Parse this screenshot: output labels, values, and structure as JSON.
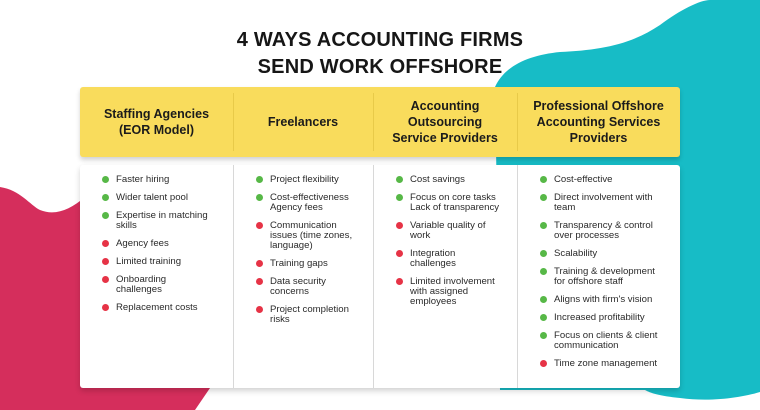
{
  "title": {
    "line1": "4 WAYS ACCOUNTING FIRMS",
    "line2": "SEND WORK OFFSHORE"
  },
  "colors": {
    "header_yellow": "#f9dc5c",
    "teal_blob": "#17bcc6",
    "crimson_blob": "#d52e5c",
    "pro_dot": "#57b847",
    "con_dot": "#e63346"
  },
  "legend_semantics": {
    "green_dot": "advantage",
    "red_dot": "disadvantage"
  },
  "columns": [
    {
      "header": "Staffing Agencies\n(EOR Model)",
      "items": [
        {
          "text": "Faster hiring",
          "type": "pro"
        },
        {
          "text": "Wider talent pool",
          "type": "pro"
        },
        {
          "text": "Expertise in matching\nskills",
          "type": "pro"
        },
        {
          "text": "Agency fees",
          "type": "con"
        },
        {
          "text": "Limited training",
          "type": "con"
        },
        {
          "text": "Onboarding\nchallenges",
          "type": "con"
        },
        {
          "text": "Replacement costs",
          "type": "con"
        }
      ]
    },
    {
      "header": "Freelancers",
      "items": [
        {
          "text": "Project flexibility",
          "type": "pro"
        },
        {
          "text": "Cost-effectiveness\nAgency fees",
          "type": "pro"
        },
        {
          "text": "Communication\nissues (time zones,\nlanguage)",
          "type": "con"
        },
        {
          "text": "Training gaps",
          "type": "con"
        },
        {
          "text": "Data security\nconcerns",
          "type": "con"
        },
        {
          "text": "Project completion\nrisks",
          "type": "con"
        }
      ]
    },
    {
      "header": "Accounting\nOutsourcing\nService Providers",
      "items": [
        {
          "text": "Cost savings",
          "type": "pro"
        },
        {
          "text": "Focus on core tasks\nLack of transparency",
          "type": "pro"
        },
        {
          "text": "Variable quality of\nwork",
          "type": "con"
        },
        {
          "text": "Integration\nchallenges",
          "type": "con"
        },
        {
          "text": "Limited involvement\nwith assigned\nemployees",
          "type": "con"
        }
      ]
    },
    {
      "header": "Professional Offshore\nAccounting Services\nProviders",
      "items": [
        {
          "text": "Cost-effective",
          "type": "pro"
        },
        {
          "text": "Direct involvement with\nteam",
          "type": "pro"
        },
        {
          "text": "Transparency & control\nover processes",
          "type": "pro"
        },
        {
          "text": "Scalability",
          "type": "pro"
        },
        {
          "text": "Training & development\nfor offshore staff",
          "type": "pro"
        },
        {
          "text": "Aligns with firm's vision",
          "type": "pro"
        },
        {
          "text": "Increased profitability",
          "type": "pro"
        },
        {
          "text": "Focus on clients & client\ncommunication",
          "type": "pro"
        },
        {
          "text": "Time zone management",
          "type": "con"
        }
      ]
    }
  ]
}
